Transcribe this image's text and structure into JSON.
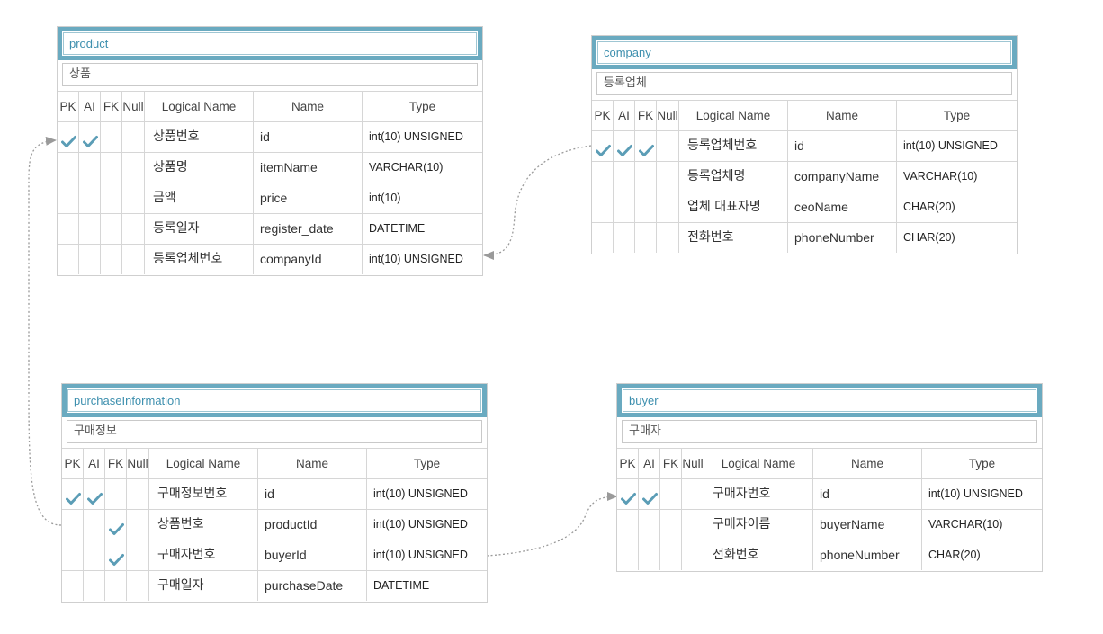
{
  "tables": {
    "product": {
      "name": "product",
      "comment": "상품",
      "headers": {
        "pk": "PK",
        "ai": "AI",
        "fk": "FK",
        "null": "Null",
        "logical": "Logical Name",
        "name": "Name",
        "type": "Type"
      },
      "rows": [
        {
          "pk": true,
          "ai": true,
          "fk": false,
          "null": false,
          "logical": "상품번호",
          "name": "id",
          "type": "int(10) UNSIGNED"
        },
        {
          "pk": false,
          "ai": false,
          "fk": false,
          "null": false,
          "logical": "상품명",
          "name": "itemName",
          "type": "VARCHAR(10)"
        },
        {
          "pk": false,
          "ai": false,
          "fk": false,
          "null": false,
          "logical": "금액",
          "name": "price",
          "type": "int(10)"
        },
        {
          "pk": false,
          "ai": false,
          "fk": false,
          "null": false,
          "logical": "등록일자",
          "name": "register_date",
          "type": "DATETIME"
        },
        {
          "pk": false,
          "ai": false,
          "fk": false,
          "null": false,
          "logical": "등록업체번호",
          "name": "companyId",
          "type": "int(10) UNSIGNED"
        }
      ]
    },
    "company": {
      "name": "company",
      "comment": "등록업체",
      "headers": {
        "pk": "PK",
        "ai": "AI",
        "fk": "FK",
        "null": "Null",
        "logical": "Logical Name",
        "name": "Name",
        "type": "Type"
      },
      "rows": [
        {
          "pk": true,
          "ai": true,
          "fk": true,
          "null": false,
          "logical": "등록업체번호",
          "name": "id",
          "type": "int(10) UNSIGNED"
        },
        {
          "pk": false,
          "ai": false,
          "fk": false,
          "null": false,
          "logical": "등록업체명",
          "name": "companyName",
          "type": "VARCHAR(10)"
        },
        {
          "pk": false,
          "ai": false,
          "fk": false,
          "null": false,
          "logical": "업체 대표자명",
          "name": "ceoName",
          "type": "CHAR(20)"
        },
        {
          "pk": false,
          "ai": false,
          "fk": false,
          "null": false,
          "logical": "전화번호",
          "name": "phoneNumber",
          "type": "CHAR(20)"
        }
      ]
    },
    "purchase": {
      "name": "purchaseInformation",
      "comment": "구매정보",
      "headers": {
        "pk": "PK",
        "ai": "AI",
        "fk": "FK",
        "null": "Null",
        "logical": "Logical Name",
        "name": "Name",
        "type": "Type"
      },
      "rows": [
        {
          "pk": true,
          "ai": true,
          "fk": false,
          "null": false,
          "logical": "구매정보번호",
          "name": "id",
          "type": "int(10) UNSIGNED"
        },
        {
          "pk": false,
          "ai": false,
          "fk": true,
          "null": false,
          "logical": "상품번호",
          "name": "productId",
          "type": "int(10) UNSIGNED"
        },
        {
          "pk": false,
          "ai": false,
          "fk": true,
          "null": false,
          "logical": "구매자번호",
          "name": "buyerId",
          "type": "int(10) UNSIGNED"
        },
        {
          "pk": false,
          "ai": false,
          "fk": false,
          "null": false,
          "logical": "구매일자",
          "name": "purchaseDate",
          "type": "DATETIME"
        }
      ]
    },
    "buyer": {
      "name": "buyer",
      "comment": "구매자",
      "headers": {
        "pk": "PK",
        "ai": "AI",
        "fk": "FK",
        "null": "Null",
        "logical": "Logical Name",
        "name": "Name",
        "type": "Type"
      },
      "rows": [
        {
          "pk": true,
          "ai": true,
          "fk": false,
          "null": false,
          "logical": "구매자번호",
          "name": "id",
          "type": "int(10) UNSIGNED"
        },
        {
          "pk": false,
          "ai": false,
          "fk": false,
          "null": false,
          "logical": "구매자이름",
          "name": "buyerName",
          "type": "VARCHAR(10)"
        },
        {
          "pk": false,
          "ai": false,
          "fk": false,
          "null": false,
          "logical": "전화번호",
          "name": "phoneNumber",
          "type": "CHAR(20)"
        }
      ]
    }
  },
  "colors": {
    "title_border": "#6aaac0",
    "title_text": "#3d8fae",
    "check": "#5b9db6",
    "line": "#9a9a9a"
  }
}
